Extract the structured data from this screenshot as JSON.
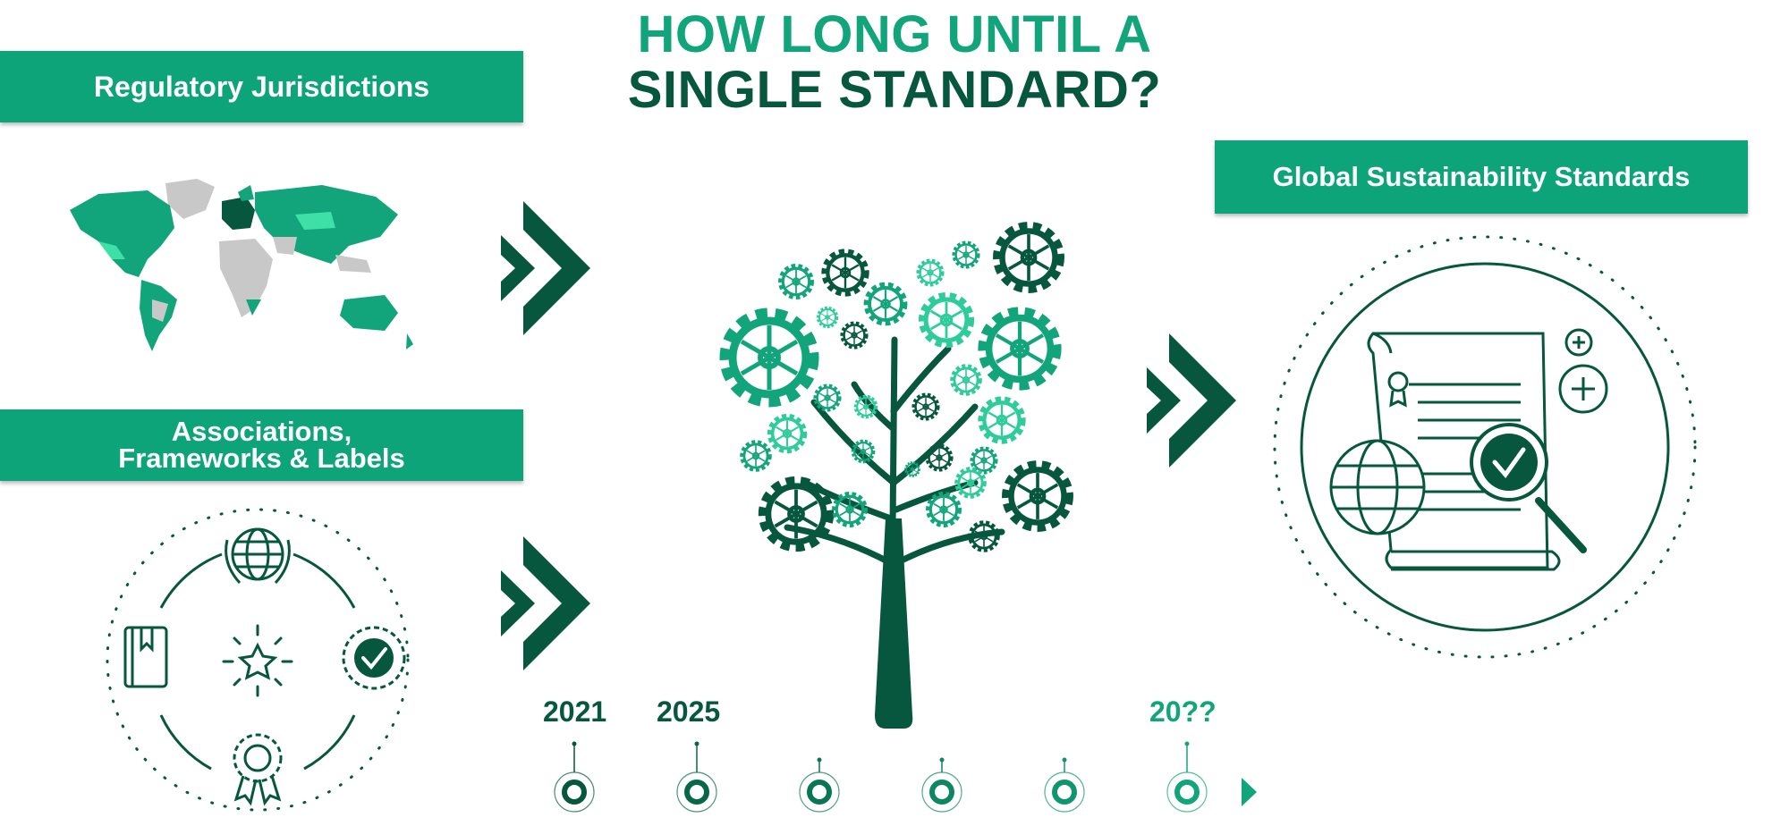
{
  "title": {
    "line1": "HOW LONG UNTIL A",
    "line2": "SINGLE STANDARD?"
  },
  "banners": {
    "regulatory": "Regulatory Jurisdictions",
    "associations_line1": "Associations,",
    "associations_line2": "Frameworks & Labels",
    "global": "Global Sustainability Standards"
  },
  "timeline": {
    "years": [
      "2021",
      "2025",
      "20??"
    ],
    "points": 6
  },
  "colors": {
    "brand_green": "#0ea47a",
    "dark_green": "#06573d",
    "light_green": "#2ecc9a",
    "map_grey": "#c8c8c8"
  },
  "icons": [
    "world-map",
    "chevron-arrows-icon",
    "gear-tree-icon",
    "globe-laurel-icon",
    "book-icon",
    "star-burst-icon",
    "check-seal-icon",
    "award-rosette-icon",
    "certificate-scroll-icon",
    "globe-icon",
    "magnifier-check-icon",
    "plus-icon"
  ]
}
